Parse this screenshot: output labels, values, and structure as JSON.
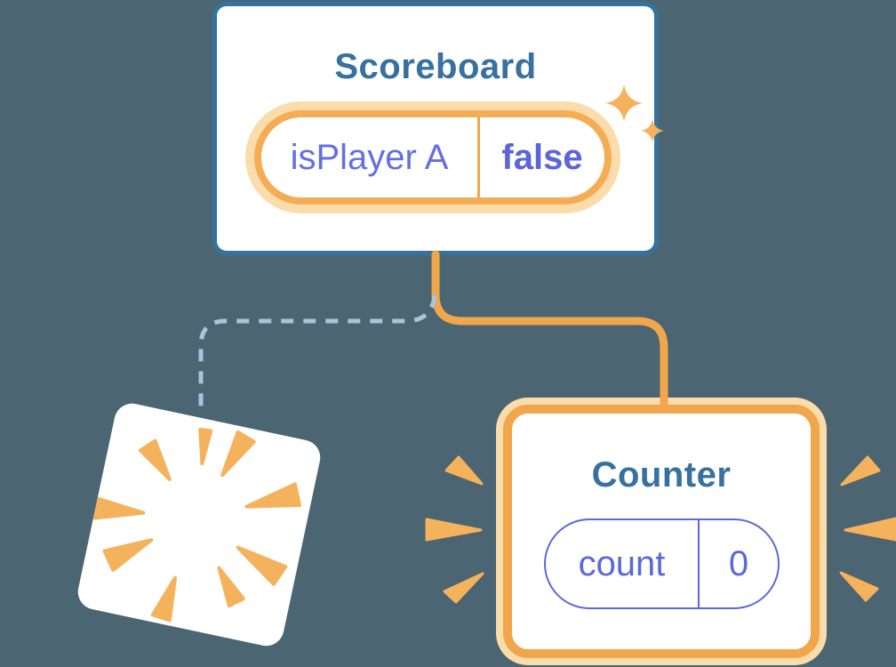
{
  "background": "#4b6572",
  "palette": {
    "card_border_blue": "#33739e",
    "title_blue": "#36719f",
    "state_indigo": "#6470e0",
    "state_indigo_bold": "#5a64db",
    "pill_border_indigo": "#5b68db",
    "connector_orange": "#f2a64b",
    "burst_orange": "#f5b25c",
    "orange_glow": "#fbdcab",
    "dashed_connector_blue": "#a9c4db",
    "card_white": "#ffffff"
  },
  "scoreboard": {
    "title": "Scoreboard",
    "state": {
      "name": "isPlayer A",
      "value": "false"
    }
  },
  "counter": {
    "title": "Counter",
    "state": {
      "name": "count",
      "value": "0"
    }
  },
  "icons": {
    "sparkles": "sparkles-icon",
    "burst": "explosion-burst-icon",
    "sparks": "emphasis-sparks-icon"
  }
}
